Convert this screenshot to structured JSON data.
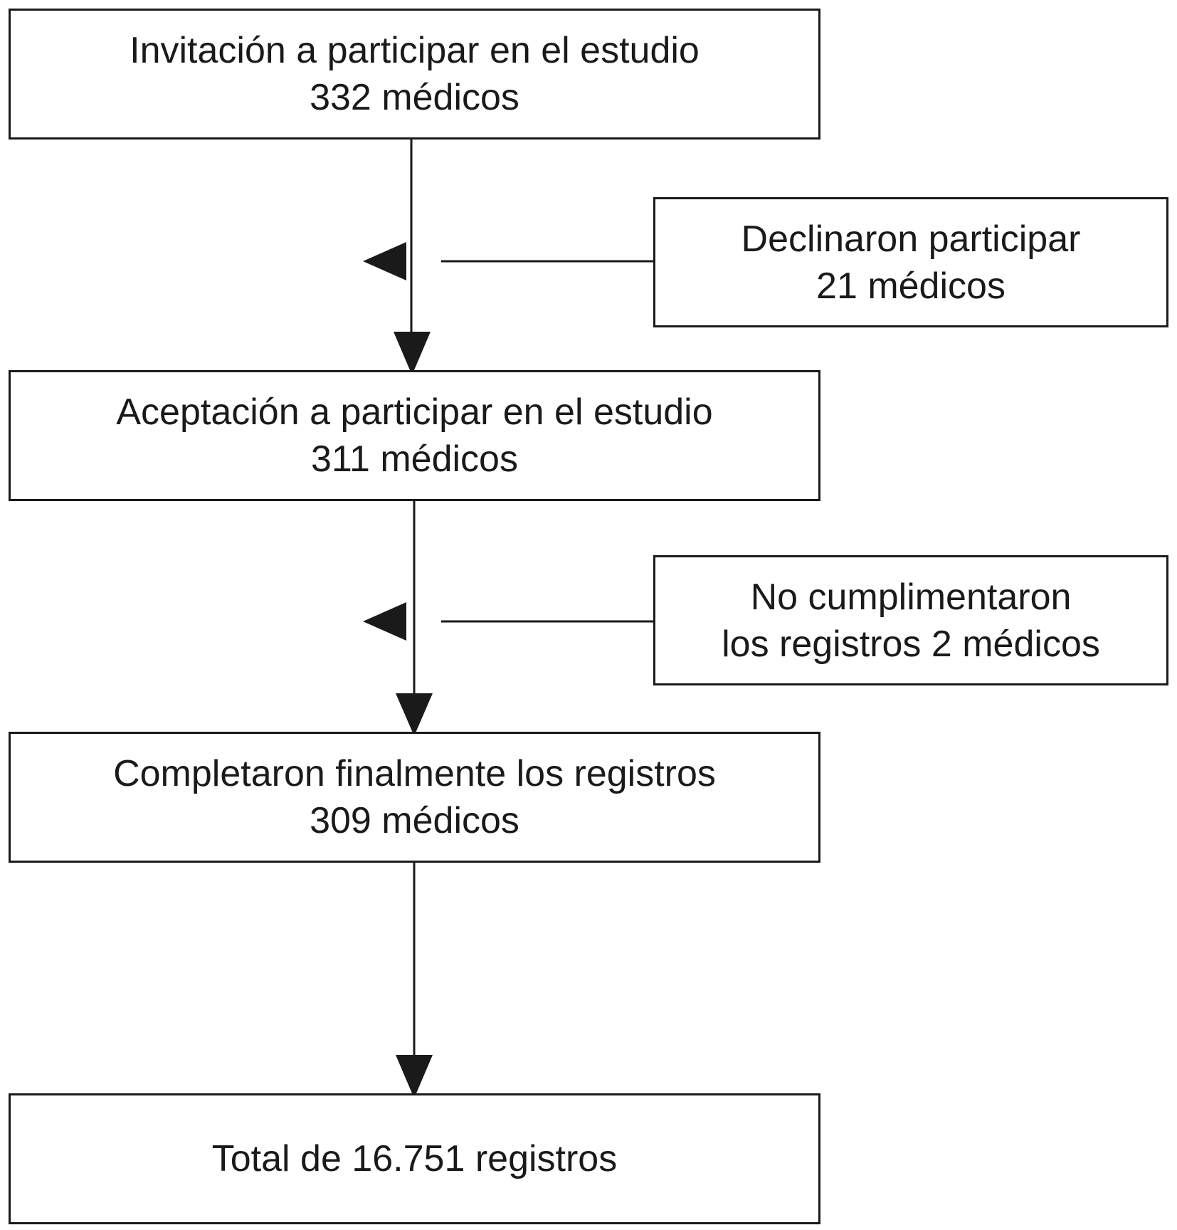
{
  "flowchart": {
    "invitation": {
      "line1": "Invitación a participar en el estudio",
      "line2": "332 médicos"
    },
    "declined": {
      "line1": "Declinaron participar",
      "line2": "21 médicos"
    },
    "accepted": {
      "line1": "Aceptación a participar en el estudio",
      "line2": "311 médicos"
    },
    "incomplete": {
      "line1": "No cumplimentaron",
      "line2": "los registros 2 médicos"
    },
    "completed": {
      "line1": "Completaron finalmente los registros",
      "line2": "309 médicos"
    },
    "total": {
      "line1": "Total de 16.751 registros"
    }
  }
}
